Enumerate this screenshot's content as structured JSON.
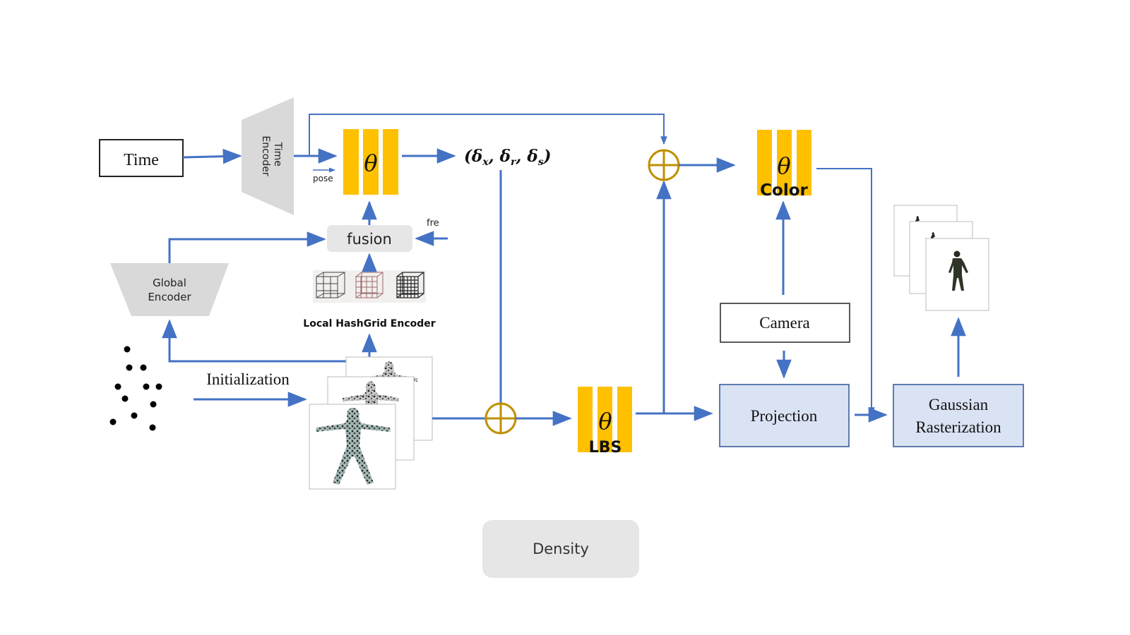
{
  "labels": {
    "time": "Time",
    "time_encoder": "Time\nEncoder",
    "pose": "pose",
    "theta": "θ",
    "deltas": "(δx, δr, δs)",
    "fusion": "fusion",
    "fre": "fre",
    "global_encoder": "Global\nEncoder",
    "local_hashgrid_encoder": "Local HashGrid Encoder",
    "initialization": "Initialization",
    "lbs": "LBS",
    "color": "Color",
    "camera": "Camera",
    "projection": "Projection",
    "gaussian_rasterization": "Gaussian\nRasterization",
    "density": "Density"
  },
  "colors": {
    "arrow": "#4472c4",
    "mlp_bar": "#ffc000",
    "adder": "#bf9000",
    "projection_fill": "#dae3f3",
    "projection_border": "#2f5597",
    "encoder_fill": "#d9d9d9",
    "fusion_fill": "#e6e6e6"
  }
}
